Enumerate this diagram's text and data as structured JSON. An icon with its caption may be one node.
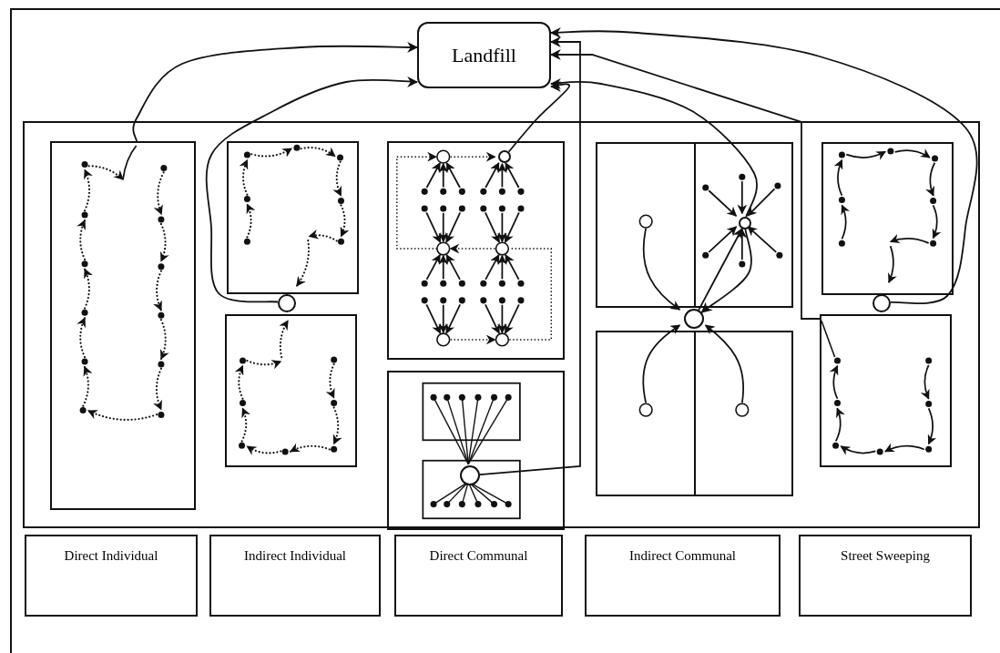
{
  "diagram": {
    "nodes": [
      {
        "text": [
          "Landfill"
        ]
      },
      {
        "text": [],
        "shape": "box"
      },
      {
        "text": [],
        "shape": "box",
        "in": 1
      },
      {
        "text": [],
        "shape": "box",
        "in": 1
      },
      {
        "text": [],
        "shape": "circle",
        "in": 1
      },
      {
        "text": [],
        "shape": "box",
        "in": 1
      },
      {
        "text": [],
        "shape": "box",
        "in": 1
      },
      {
        "text": [],
        "shape": "circle",
        "in": 6
      },
      {
        "text": [],
        "shape": "box",
        "in": 1
      },
      {
        "text": [],
        "shape": "circle",
        "in": 8
      },
      {
        "text": [],
        "shape": "box",
        "in": 1
      },
      {
        "text": [],
        "shape": "circle",
        "in": 10
      },
      {
        "text": [],
        "shape": "box",
        "in": 1
      },
      {
        "text": [],
        "shape": "circle",
        "in": 1
      },
      {
        "text": [],
        "shape": "box",
        "in": 1
      },
      {
        "text": [],
        "shape": "circle",
        "in": 1
      },
      {
        "text": [],
        "shape": "box",
        "in": 1
      },
      {
        "text": [
          "Direct Individual"
        ]
      },
      {
        "text": [
          "Indirect Individual"
        ]
      },
      {
        "text": [
          "Direct Communal"
        ]
      },
      {
        "text": [
          "Indirect Communal"
        ]
      },
      {
        "text": [
          "Street Sweeping"
        ]
      }
    ],
    "edges": [
      {
        "from": 2,
        "to": 0,
        "arrow": "to"
      },
      {
        "from": 4,
        "to": 0,
        "arrow": "to"
      },
      {
        "from": 7,
        "to": 0,
        "arrow": "to"
      },
      {
        "from": 9,
        "to": 0,
        "arrow": "to"
      },
      {
        "from": 11,
        "to": 0,
        "arrow": "to"
      },
      {
        "from": 13,
        "to": 11,
        "arrow": "to"
      },
      {
        "from": 11,
        "to": 13,
        "arrow": "to"
      },
      {
        "from": 15,
        "to": 0,
        "arrow": "to"
      },
      {
        "from": 16,
        "to": 0,
        "arrow": "to"
      }
    ]
  }
}
